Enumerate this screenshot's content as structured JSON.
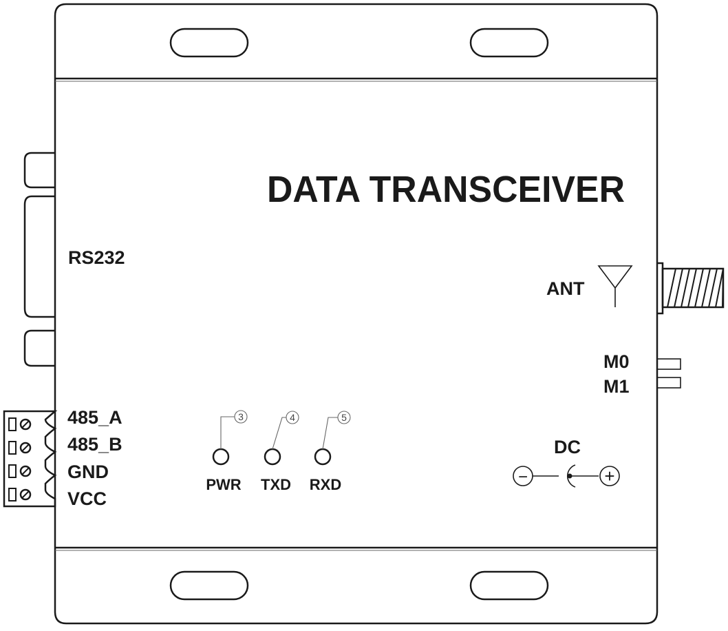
{
  "title": "DATA TRANSCEIVER",
  "ports": {
    "rs232": "RS232",
    "ant": "ANT",
    "m0": "M0",
    "m1": "M1",
    "dc": "DC"
  },
  "terminals": [
    "485_A",
    "485_B",
    "GND",
    "VCC"
  ],
  "leds": [
    {
      "name": "PWR",
      "number": "3"
    },
    {
      "name": "TXD",
      "number": "4"
    },
    {
      "name": "RXD",
      "number": "5"
    }
  ],
  "dc_symbols": {
    "negative": "−",
    "positive": "+"
  }
}
